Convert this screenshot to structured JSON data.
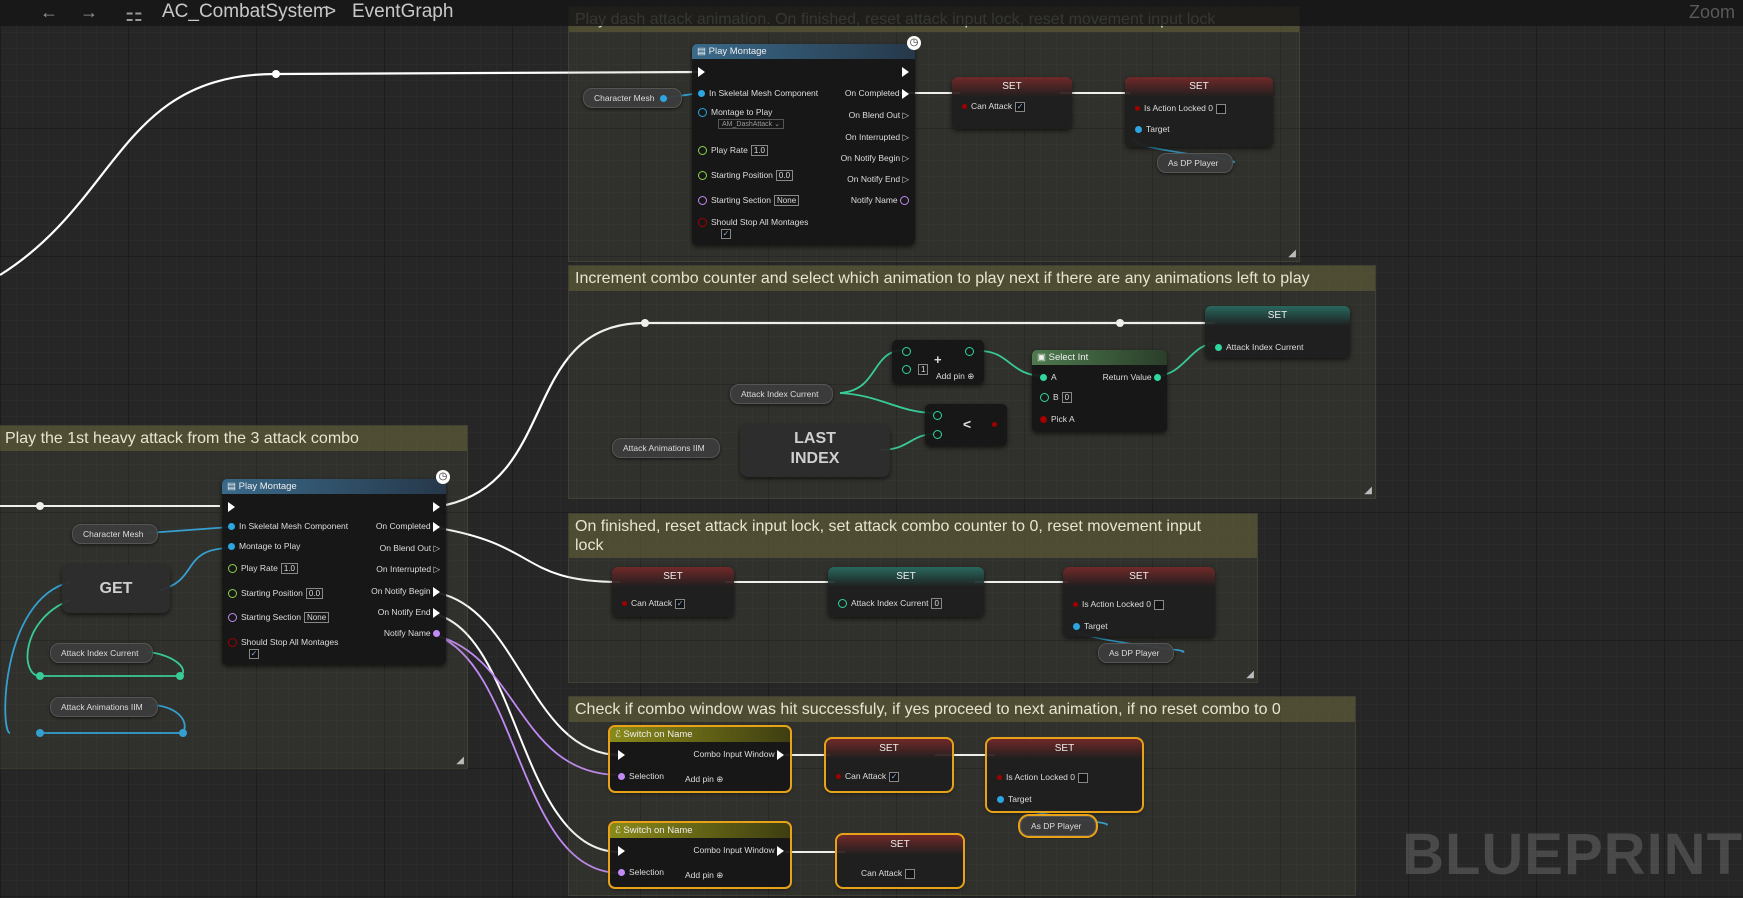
{
  "toolbar": {
    "breadcrumb_root": "AC_CombatSystem",
    "breadcrumb_separator": ">",
    "breadcrumb_graph": "EventGraph",
    "zoom_label": "Zoom"
  },
  "watermark": "BLUEPRINT",
  "comments": {
    "dash": "Play dash attack animation. On finished, reset attack input lock, reset movement input lock",
    "increment": "Increment combo counter and select which animation to play next if there are any animations left to play",
    "heavy": "Play the 1st heavy attack from the 3 attack combo",
    "finished": "On finished, reset attack input lock, set attack combo counter to 0, reset movement input lock",
    "check": "Check if combo window was hit successfuly, if yes proceed to next animation, if no reset combo to 0"
  },
  "play_montage": {
    "title": "Play Montage",
    "in_skeletal": "In Skeletal Mesh Component",
    "montage_to_play": "Montage to Play",
    "montage_asset": "AM_DashAttack",
    "play_rate": "Play Rate",
    "play_rate_value": "1.0",
    "starting_position": "Starting Position",
    "starting_position_value": "0.0",
    "starting_section": "Starting Section",
    "starting_section_value": "None",
    "should_stop": "Should Stop All Montages",
    "on_completed": "On Completed",
    "on_blend_out": "On Blend Out",
    "on_interrupted": "On Interrupted",
    "on_notify_begin": "On Notify Begin",
    "on_notify_end": "On Notify End",
    "notify_name": "Notify Name"
  },
  "vars": {
    "character_mesh": "Character Mesh",
    "attack_index_current": "Attack Index Current",
    "attack_animations": "Attack Animations IIM",
    "as_dp_player": "As DP Player"
  },
  "set": {
    "title": "SET",
    "can_attack": "Can Attack",
    "is_action_locked": "Is Action Locked 0",
    "target": "Target",
    "attack_index_current": "Attack Index Current",
    "zero": "0"
  },
  "math": {
    "add_pin": "Add pin",
    "one": "1",
    "less": "<",
    "plus": "+",
    "last_index_1": "LAST",
    "last_index_2": "INDEX",
    "get": "GET"
  },
  "select_int": {
    "title": "Select Int",
    "a": "A",
    "b": "B",
    "b_value": "0",
    "pick_a": "Pick A",
    "return_value": "Return Value"
  },
  "switch": {
    "title": "Switch on Name",
    "combo_input_window": "Combo Input Window",
    "selection": "Selection",
    "add_pin": "Add pin"
  },
  "colors": {
    "exec": "#ffffff",
    "object": "#2ca6e0",
    "integer": "#2fd6a0",
    "bool": "#a00000",
    "name": "#c18af5",
    "float": "#8bd34a"
  }
}
